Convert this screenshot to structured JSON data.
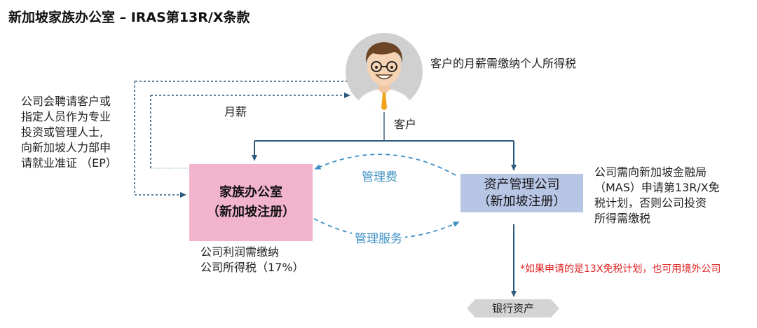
{
  "title": "新加坡家族办公室 – IRAS第13R/X条款",
  "client": {
    "label": "客户",
    "tax_note": "客户的月薪需缴纳个人所得税",
    "avatar_icon": "businessman-avatar-icon"
  },
  "salary_label": "月薪",
  "employment_note": [
    "公司会聘请客户或",
    "指定人员作为专业",
    "投资或管理人士,",
    "向新加坡人力部申",
    "请就业准证 （EP）"
  ],
  "family_office": {
    "line1": "家族办公室",
    "line2": "（新加坡注册）",
    "tax_note": [
      "公司利润需缴纳",
      "公司所得税（17%）"
    ]
  },
  "asset_company": {
    "line1": "资产管理公司",
    "line2": "（新加坡注册）",
    "note": [
      "公司需向新加坡金融局",
      "（MAS）申请第13R/X免",
      "税计划，否则公司投资",
      "所得需缴税"
    ]
  },
  "management_fee_label": "管理费",
  "management_service_label": "管理服务",
  "footnote": "*如果申请的是13X免税计划，也可用境外公司",
  "bank_assets_label": "银行资产",
  "colors": {
    "family_box": "#f2b4cd",
    "asset_box": "#b8c6e6",
    "arrow_dark": "#2c5a7e",
    "dashed_blue": "#3d8fc4",
    "footnote_red": "#e02020"
  }
}
